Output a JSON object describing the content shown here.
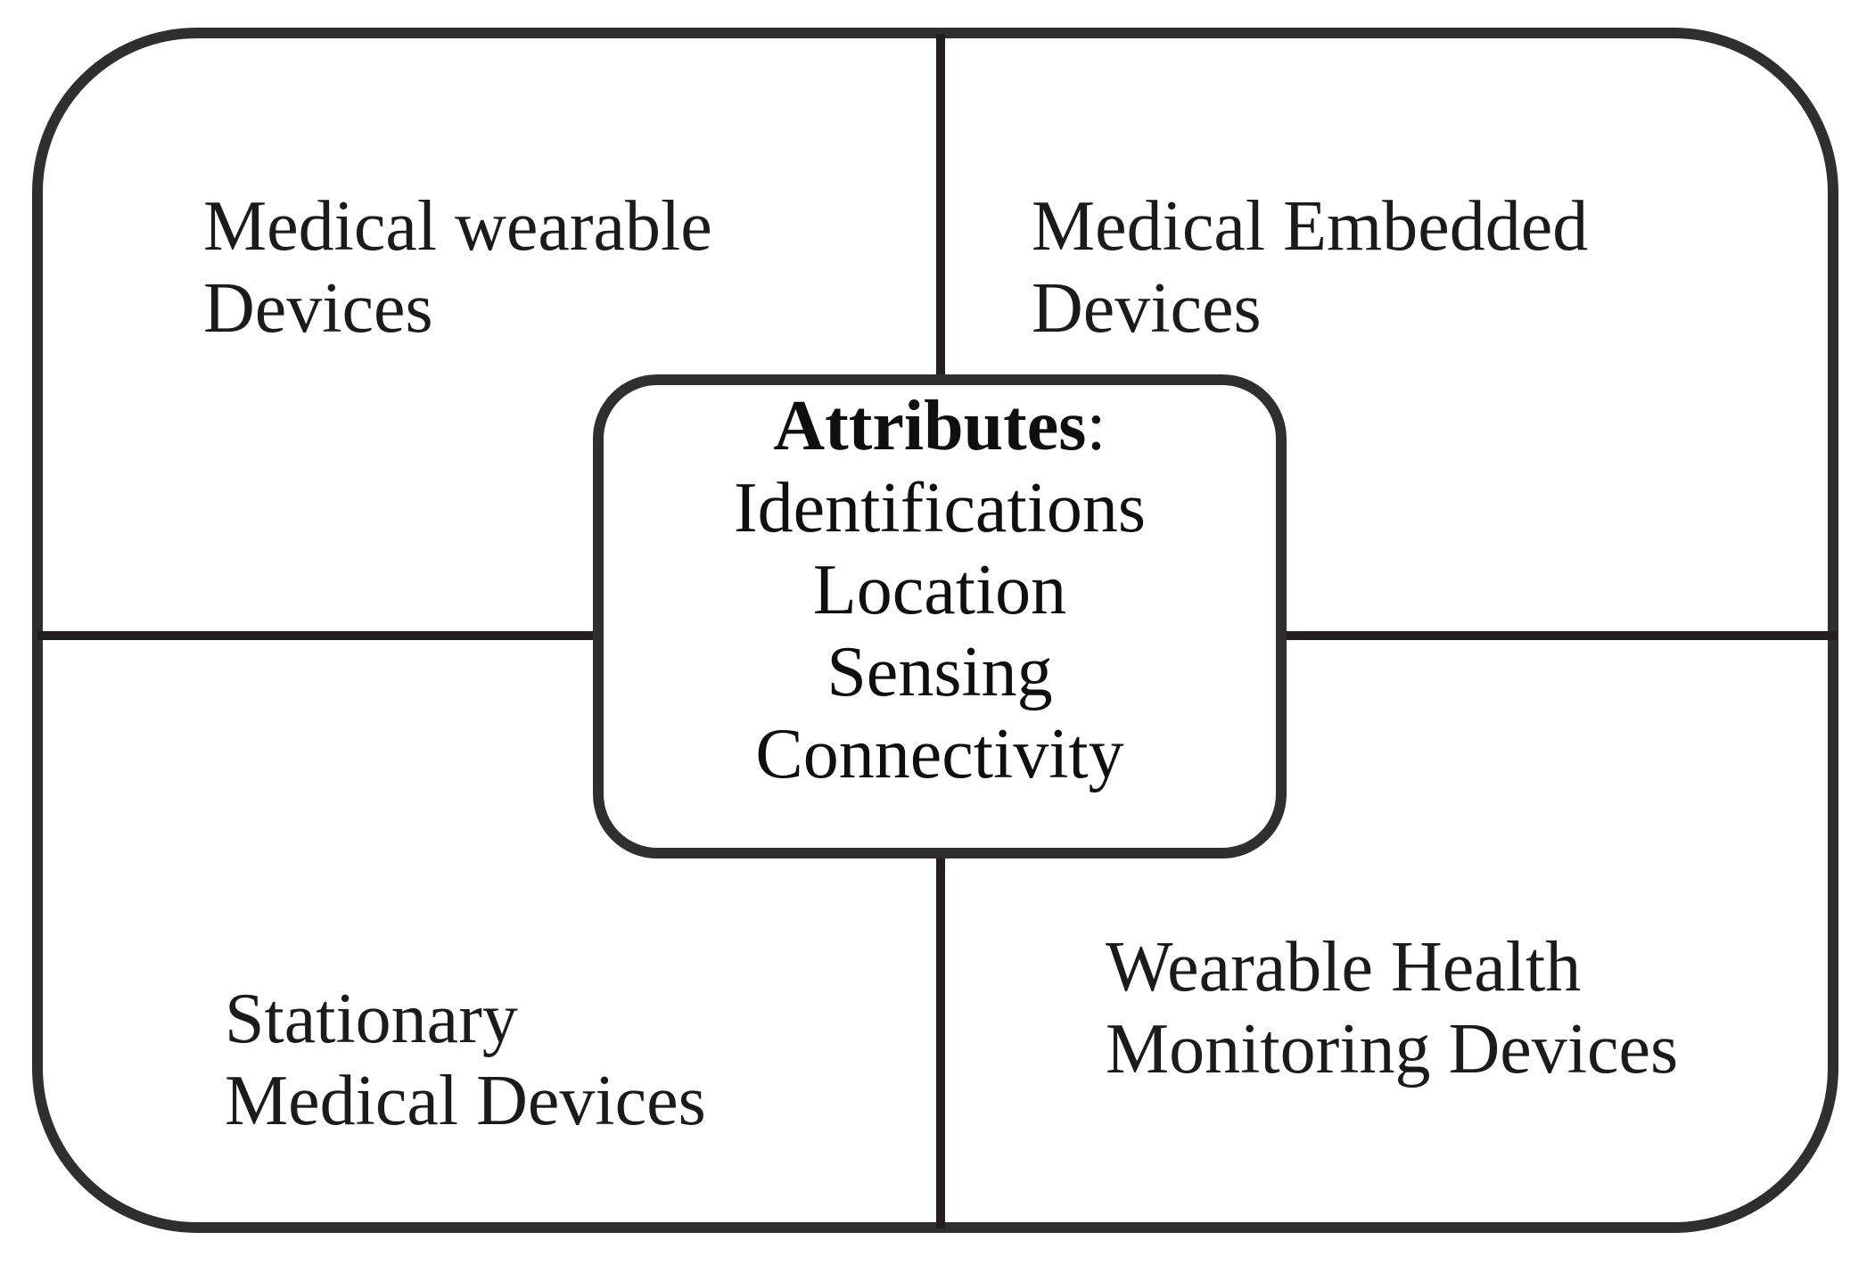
{
  "diagram": {
    "colors": {
      "border": "#2f2f2f",
      "line": "#231f20",
      "text": "#1b1b1b",
      "background": "#ffffff"
    },
    "quadrants": {
      "top_left": {
        "line1": "Medical wearable",
        "line2": "Devices"
      },
      "top_right": {
        "line1": "Medical Embedded",
        "line2": "Devices"
      },
      "bottom_left": {
        "line1": "Stationary",
        "line2": "Medical Devices"
      },
      "bottom_right": {
        "line1": "Wearable Health",
        "line2": "Monitoring Devices"
      }
    },
    "center": {
      "title": "Attributes",
      "colon": ":",
      "items": [
        "Identifications",
        "Location",
        "Sensing",
        "Connectivity"
      ]
    }
  }
}
